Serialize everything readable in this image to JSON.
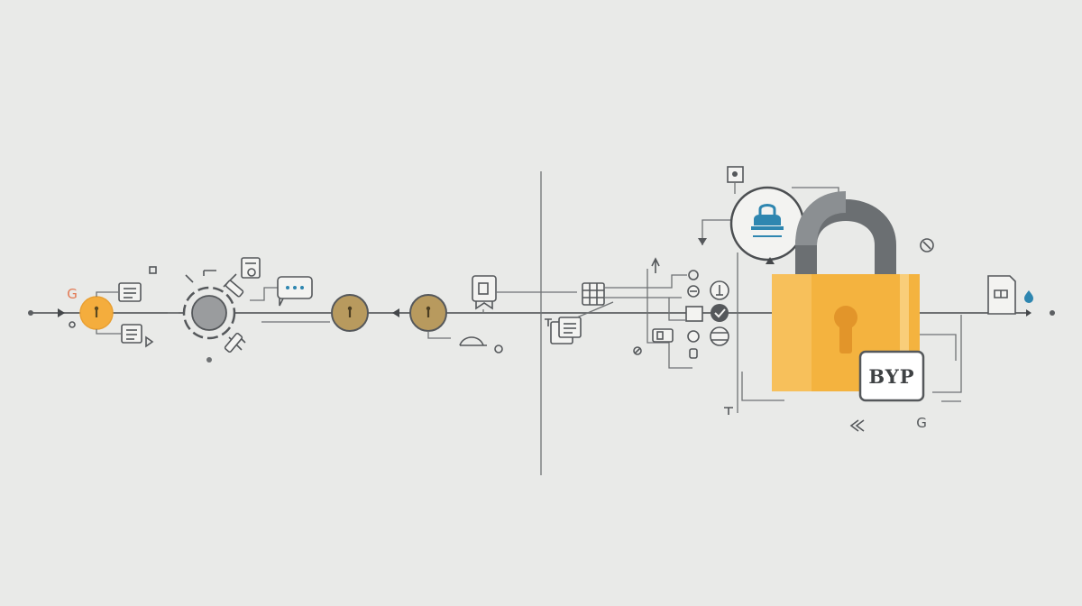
{
  "badge": {
    "text": "BYP"
  },
  "glyphs": {
    "left_g": "G",
    "right_g": "G"
  },
  "colors": {
    "background": "#e9eae8",
    "line": "#6f7274",
    "accent_orange": "#f4ad3d",
    "accent_olive": "#b89a5e",
    "lock_body": "#f4b33f",
    "lock_shackle": "#6b6f72",
    "cloud_blue": "#2e86b0"
  },
  "icons": [
    "start-dot",
    "play-arrow-icon",
    "orange-key-node",
    "document-icon",
    "gear-wrench-icon",
    "chat-bubble-icon",
    "olive-key-node",
    "certificate-icon",
    "grid-icon",
    "notes-icon",
    "cloud-lock-icon",
    "checkmark-icon",
    "globe-icon",
    "padlock-icon",
    "book-icon",
    "water-drop-icon"
  ]
}
